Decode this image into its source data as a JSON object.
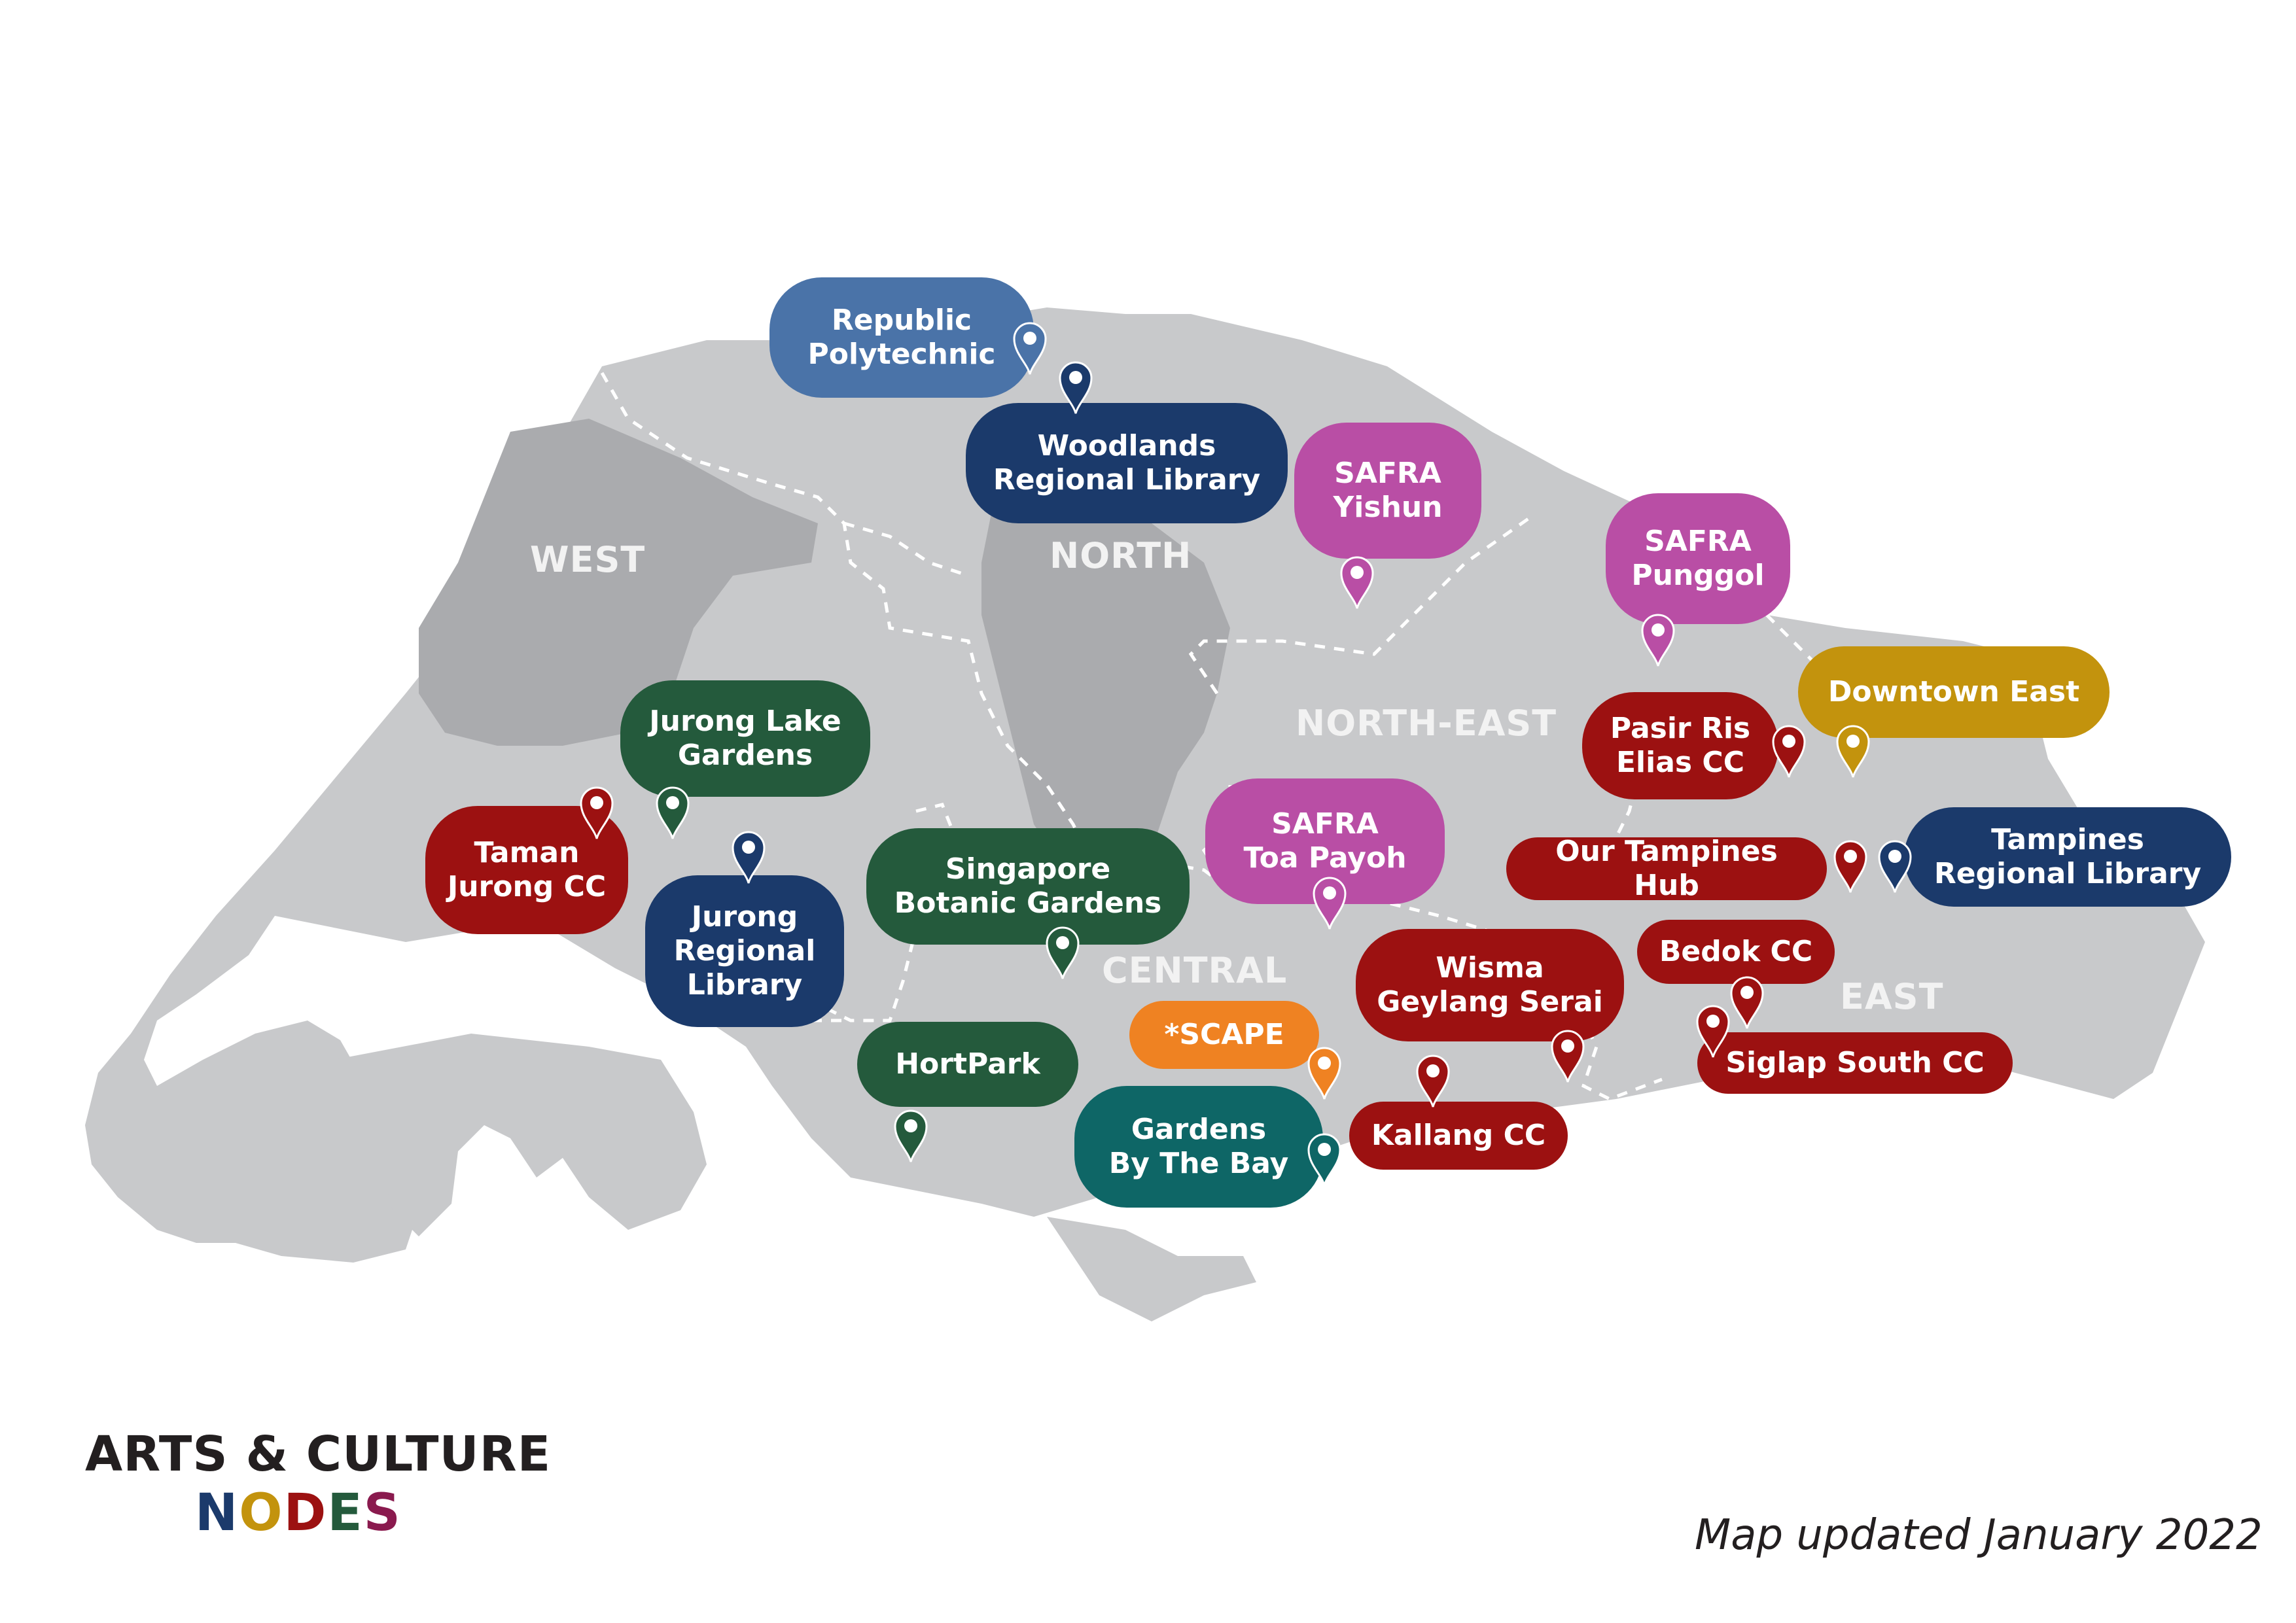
{
  "colors": {
    "land": "#c8c9cb",
    "reserve": "#aaabae",
    "boundary": "#ffffff",
    "region_text": "#f2f2f2",
    "dark_blue": "#1b3a6b",
    "steel_blue": "#4a73a8",
    "green": "#245a3c",
    "teal": "#0e6666",
    "magenta": "#b94ea5",
    "red": "#9c1111",
    "gold": "#c3930d",
    "orange": "#ef8222"
  },
  "regions": [
    "WEST",
    "NORTH",
    "NORTH-EAST",
    "CENTRAL",
    "EAST"
  ],
  "nodes": [
    {
      "name": "Republic\nPolytechnic",
      "color": "#4a73a8"
    },
    {
      "name": "Woodlands\nRegional Library",
      "color": "#1b3a6b"
    },
    {
      "name": "SAFRA\nYishun",
      "color": "#b94ea5"
    },
    {
      "name": "SAFRA\nPunggol",
      "color": "#b94ea5"
    },
    {
      "name": "Downtown East",
      "color": "#c3930d"
    },
    {
      "name": "Pasir Ris\nElias CC",
      "color": "#9c1111"
    },
    {
      "name": "Jurong Lake\nGardens",
      "color": "#245a3c"
    },
    {
      "name": "Taman\nJurong CC",
      "color": "#9c1111"
    },
    {
      "name": "Jurong\nRegional\nLibrary",
      "color": "#1b3a6b"
    },
    {
      "name": "Singapore\nBotanic Gardens",
      "color": "#245a3c"
    },
    {
      "name": "SAFRA\nToa Payoh",
      "color": "#b94ea5"
    },
    {
      "name": "Our Tampines Hub",
      "color": "#9c1111"
    },
    {
      "name": "Tampines\nRegional Library",
      "color": "#1b3a6b"
    },
    {
      "name": "Bedok CC",
      "color": "#9c1111"
    },
    {
      "name": "Wisma\nGeylang Serai",
      "color": "#9c1111"
    },
    {
      "name": "Siglap South CC",
      "color": "#9c1111"
    },
    {
      "name": "HortPark",
      "color": "#245a3c"
    },
    {
      "name": "*SCAPE",
      "color": "#ef8222"
    },
    {
      "name": "Gardens\nBy The Bay",
      "color": "#0e6666"
    },
    {
      "name": "Kallang CC",
      "color": "#9c1111"
    }
  ],
  "logo": {
    "title": "ARTS & CULTURE",
    "letters": [
      {
        "char": "N",
        "color": "#1b3a6b"
      },
      {
        "char": "O",
        "color": "#c3930d"
      },
      {
        "char": "D",
        "color": "#9c1111"
      },
      {
        "char": "E",
        "color": "#245a3c"
      },
      {
        "char": "S",
        "color": "#8a1a4e"
      }
    ]
  },
  "footnote": "Map updated January 2022"
}
